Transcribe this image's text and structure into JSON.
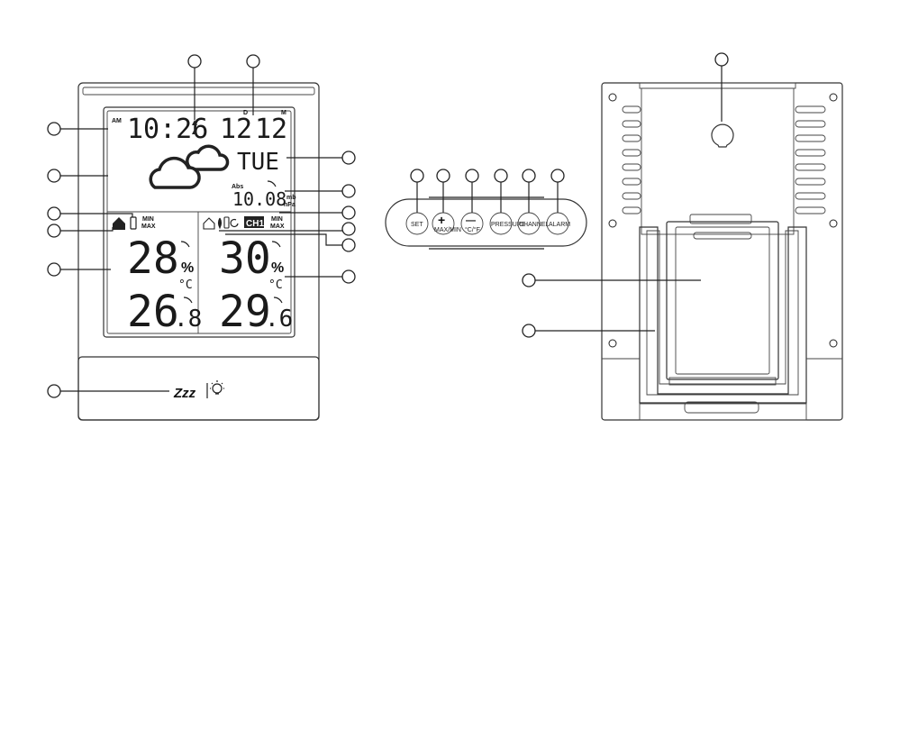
{
  "front": {
    "am_indicator": "AM",
    "time": "10:26",
    "date_day": "12",
    "day_marker": "D",
    "date_month": "12",
    "month_marker": "M",
    "weekday": "TUE",
    "pressure_mode": "Abs",
    "pressure_value": "10.08",
    "pressure_unit_mb": "mb",
    "pressure_unit_hpa": "hPa",
    "indoor_minmax": [
      "MIN",
      "MAX"
    ],
    "outdoor_minmax": [
      "MIN",
      "MAX"
    ],
    "channel_badge": "CH1",
    "indoor_humidity": "28",
    "outdoor_humidity": "30",
    "humidity_unit": "%",
    "temp_unit": "°C",
    "indoor_temp_int": "26",
    "indoor_temp_dec": ".8",
    "outdoor_temp_int": "29",
    "outdoor_temp_dec": ".6",
    "snooze_label": "Zzz"
  },
  "buttons": {
    "set": "SET",
    "plus_main": "+",
    "plus_sub": "MAX/MIN",
    "minus_main": "—",
    "minus_sub": "°C/°F",
    "pressure": "PRESSURE",
    "channel": "CHANNEL",
    "alarm": "ALARM"
  },
  "icons": {
    "weather": "cloudy-icon",
    "indoor": "house-icon",
    "outdoor": "sensor-icon",
    "alarm": "bell-icon",
    "light": "bulb-icon"
  }
}
